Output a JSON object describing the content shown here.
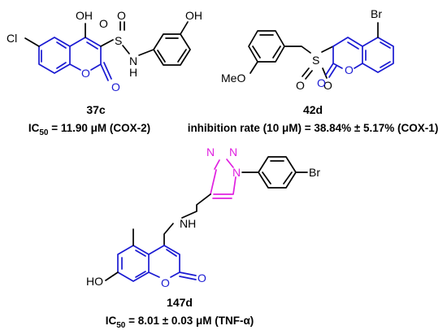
{
  "colors": {
    "coumarin_core": "#1a1ad2",
    "triazole": "#e020e0",
    "default": "#000000",
    "background": "#ffffff"
  },
  "compounds": [
    {
      "id": "37c",
      "activity_prefix": "IC",
      "activity_sub": "50",
      "activity_rest": " = 11.90 μM (COX-2)",
      "atoms": {
        "cl": "Cl",
        "oh_ring": "OH",
        "s": "S",
        "o_s1": "O",
        "o_s2": "O",
        "nh": "N",
        "nh_h": "H",
        "o_ring": "O",
        "o_carbonyl": "O",
        "oh_phenol": "OH"
      }
    },
    {
      "id": "42d",
      "activity_text": "inhibition rate (10 μM) = 38.84% ± 5.17% (COX-1)",
      "atoms": {
        "br": "Br",
        "s": "S",
        "o_s1": "O",
        "o_s2": "O",
        "meo": "MeO",
        "o_ring": "O",
        "o_carbonyl": "O"
      }
    },
    {
      "id": "147d",
      "activity_prefix": "IC",
      "activity_sub": "50",
      "activity_rest": " = 8.01 ± 0.03 μM (TNF-α)",
      "atoms": {
        "n1": "N",
        "n2": "N",
        "n3": "N",
        "br": "Br",
        "nh": "NH",
        "ho": "HO",
        "o_ring": "O",
        "o_carbonyl": "O"
      }
    }
  ]
}
